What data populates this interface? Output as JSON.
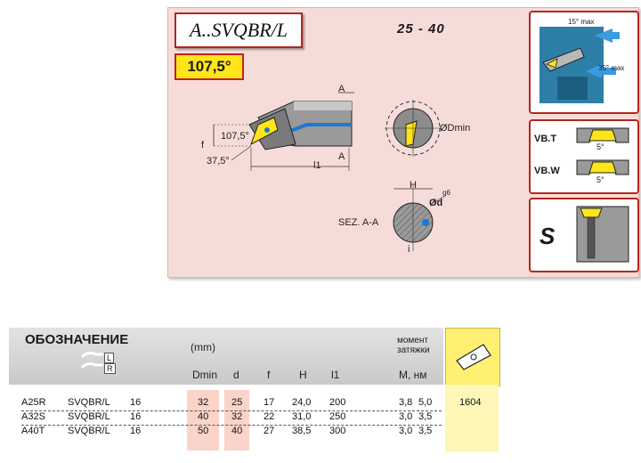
{
  "header": {
    "title": "A..SVQBR/L",
    "range": "25 -  40",
    "angle": "107,5°"
  },
  "drawing": {
    "dim_a": "A",
    "dim_107": "107,5°",
    "dim_37": "37,5°",
    "dim_l1": "l1",
    "dim_f": "f",
    "dim_dmin": "ØDmin",
    "dim_h": "H",
    "dim_d": "Ød",
    "tol_g6": "g6",
    "section_label": "SEZ. A-A",
    "cut_a_top": "A",
    "cut_a_bottom": "A",
    "axis_i": "i"
  },
  "side": {
    "angle_top": "15° max",
    "angle_bottom": "35° max",
    "vbt": "VB.T",
    "vbw": "VB.W",
    "five_deg_1": "5°",
    "five_deg_2": "5°",
    "s_label": "S"
  },
  "table": {
    "designation": "ОБОЗНАЧЕНИЕ",
    "mm": "(mm)",
    "torque_line1": "момент",
    "torque_line2": "затяжки",
    "hand_l": "L",
    "hand_r": "R",
    "columns": [
      "Dmin",
      "d",
      "f",
      "H",
      "l1",
      "M, нм"
    ],
    "insert_code": "1604",
    "rows": [
      {
        "code": "A25R",
        "name": "SVQBR/L",
        "size": "16",
        "dmin": "32",
        "d": "25",
        "f": "17",
        "h": "24,0",
        "l1": "200",
        "m1": "3,8",
        "m2": "5,0"
      },
      {
        "code": "A32S",
        "name": "SVQBR/L",
        "size": "16",
        "dmin": "40",
        "d": "32",
        "f": "22",
        "h": "31,0",
        "l1": "250",
        "m1": "3,0",
        "m2": "3,5"
      },
      {
        "code": "A40T",
        "name": "SVQBR/L",
        "size": "16",
        "dmin": "50",
        "d": "40",
        "f": "27",
        "h": "38,5",
        "l1": "300",
        "m1": "3,0",
        "m2": "3,5"
      }
    ]
  },
  "colors": {
    "panel": "#f6dcd8",
    "accent_red": "#b3261e",
    "highlight_yellow": "#ffe51a",
    "insert_blue": "#1e78d2",
    "column_pink": "#fad3c9"
  }
}
